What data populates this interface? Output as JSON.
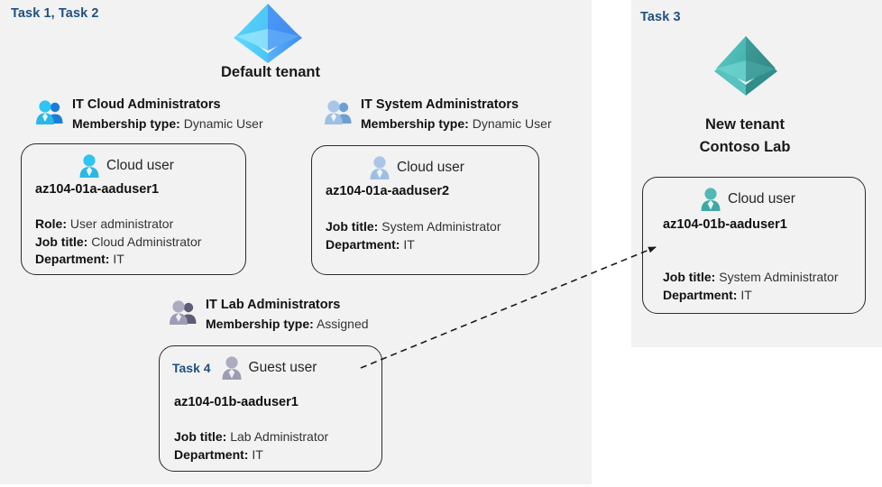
{
  "panels": {
    "left": {
      "task_label": "Task 1, Task 2"
    },
    "right": {
      "task_label": "Task 3"
    }
  },
  "tenants": [
    {
      "id": "default-tenant",
      "icon": "azure-tenant-diamond-icon",
      "caption": "Default tenant",
      "color": "#3fa9f5"
    },
    {
      "id": "new-tenant",
      "icon": "azure-tenant-diamond-icon",
      "caption_line1": "New  tenant",
      "caption_line2": "Contoso Lab",
      "color": "#4ebcb8"
    }
  ],
  "groups": [
    {
      "id": "it-cloud-administrators",
      "icon": "group-users-icon",
      "name": "IT Cloud Administrators",
      "meta_label": "Membership type:",
      "meta_value": "Dynamic User"
    },
    {
      "id": "it-system-administrators",
      "icon": "group-users-icon",
      "name": "IT System Administrators",
      "meta_label": "Membership type:",
      "meta_value": "Dynamic User"
    },
    {
      "id": "it-lab-administrators",
      "icon": "group-users-icon",
      "name": "IT Lab Administrators",
      "meta_label": "Membership type:",
      "meta_value": "Assigned"
    }
  ],
  "cards": [
    {
      "id": "card-aaduser1-a",
      "head_icon": "cloud-user-icon",
      "head_label": "Cloud user",
      "task": "",
      "username": "az104-01a-aaduser1",
      "props": [
        {
          "label": "Role:",
          "value": "User administrator"
        },
        {
          "label": "Job title:",
          "value": "Cloud Administrator"
        },
        {
          "label": "Department:",
          "value": "IT"
        }
      ]
    },
    {
      "id": "card-aaduser2-a",
      "head_icon": "cloud-user-icon",
      "head_label": "Cloud user",
      "task": "",
      "username": "az104-01a-aaduser2",
      "props": [
        {
          "label": "Job title:",
          "value": "System Administrator"
        },
        {
          "label": "Department:",
          "value": "IT"
        }
      ]
    },
    {
      "id": "card-aaduser1-b-guest",
      "head_icon": "guest-user-icon",
      "head_label": "Guest user",
      "task": "Task 4",
      "username": "az104-01b-aaduser1",
      "props": [
        {
          "label": "Job title:",
          "value": "Lab Administrator"
        },
        {
          "label": "Department:",
          "value": "IT"
        }
      ]
    },
    {
      "id": "card-aaduser1-b-cloud",
      "head_icon": "cloud-user-icon",
      "head_label": "Cloud user",
      "task": "",
      "username": "az104-01b-aaduser1",
      "props": [
        {
          "label": "Job title:",
          "value": "System Administrator"
        },
        {
          "label": "Department:",
          "value": "IT"
        }
      ]
    }
  ],
  "connector": {
    "id": "guest-invite-arrow",
    "style": "dashed-arrow",
    "from": "card-aaduser1-b-guest",
    "to": "card-aaduser1-b-cloud"
  },
  "colors": {
    "panel_bg": "#f2f2f2",
    "task_text": "#1f5181",
    "card_border": "#2b2b2b",
    "default_tenant": "#3fa9f5",
    "new_tenant": "#4ebcb8"
  }
}
